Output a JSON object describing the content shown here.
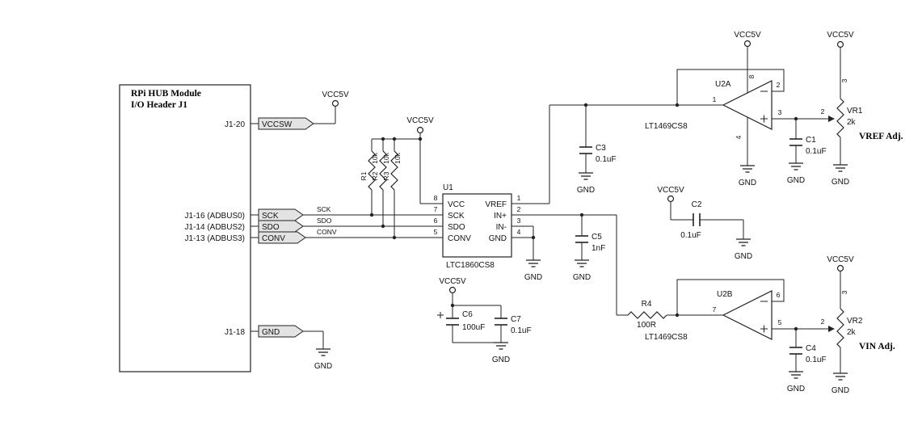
{
  "module": {
    "title_line1": "RPi HUB Module",
    "title_line2": "I/O Header J1",
    "pins": {
      "p20": "J1-20",
      "p16": "J1-16 (ADBUS0)",
      "p14": "J1-14 (ADBUS2)",
      "p13": "J1-13 (ADBUS3)",
      "p18": "J1-18"
    }
  },
  "nets": {
    "vccsw": "VCCSW",
    "sck": "SCK",
    "sdo": "SDO",
    "conv": "CONV",
    "gnd": "GND"
  },
  "power": {
    "vcc": "VCC5V",
    "gnd": "GND"
  },
  "u1": {
    "ref": "U1",
    "part": "LTC1860CS8",
    "left_pins": [
      {
        "num": "8",
        "name": "VCC"
      },
      {
        "num": "7",
        "name": "SCK"
      },
      {
        "num": "6",
        "name": "SDO"
      },
      {
        "num": "5",
        "name": "CONV"
      }
    ],
    "right_pins": [
      {
        "num": "1",
        "name": "VREF"
      },
      {
        "num": "2",
        "name": "IN+"
      },
      {
        "num": "3",
        "name": "IN-"
      },
      {
        "num": "4",
        "name": "GND"
      }
    ]
  },
  "u2a": {
    "ref": "U2A",
    "part": "LT1469CS8",
    "pin_out": "1",
    "pin_inv": "2",
    "pin_noninv": "3",
    "pin_vplus": "8",
    "pin_vminus": "4"
  },
  "u2b": {
    "ref": "U2B",
    "part": "LT1469CS8",
    "pin_out": "7",
    "pin_inv": "6",
    "pin_noninv": "5"
  },
  "resistors": {
    "r1": {
      "ref": "R1",
      "value": "10k"
    },
    "r2": {
      "ref": "R2",
      "value": "10k"
    },
    "r3": {
      "ref": "R3",
      "value": "10k"
    },
    "r4": {
      "ref": "R4",
      "value": "100R"
    }
  },
  "capacitors": {
    "c1": {
      "ref": "C1",
      "value": "0.1uF"
    },
    "c2": {
      "ref": "C2",
      "value": "0.1uF"
    },
    "c3": {
      "ref": "C3",
      "value": "0.1uF"
    },
    "c4": {
      "ref": "C4",
      "value": "0.1uF"
    },
    "c5": {
      "ref": "C5",
      "value": "1nF"
    },
    "c6": {
      "ref": "C6",
      "value": "100uF"
    },
    "c7": {
      "ref": "C7",
      "value": "0.1uF"
    }
  },
  "pots": {
    "vr1": {
      "ref": "VR1",
      "value": "2k",
      "pin_top": "3",
      "pin_wiper": "2",
      "adj": "VREF Adj."
    },
    "vr2": {
      "ref": "VR2",
      "value": "2k",
      "pin_top": "3",
      "pin_wiper": "2",
      "adj": "VIN Adj."
    }
  }
}
